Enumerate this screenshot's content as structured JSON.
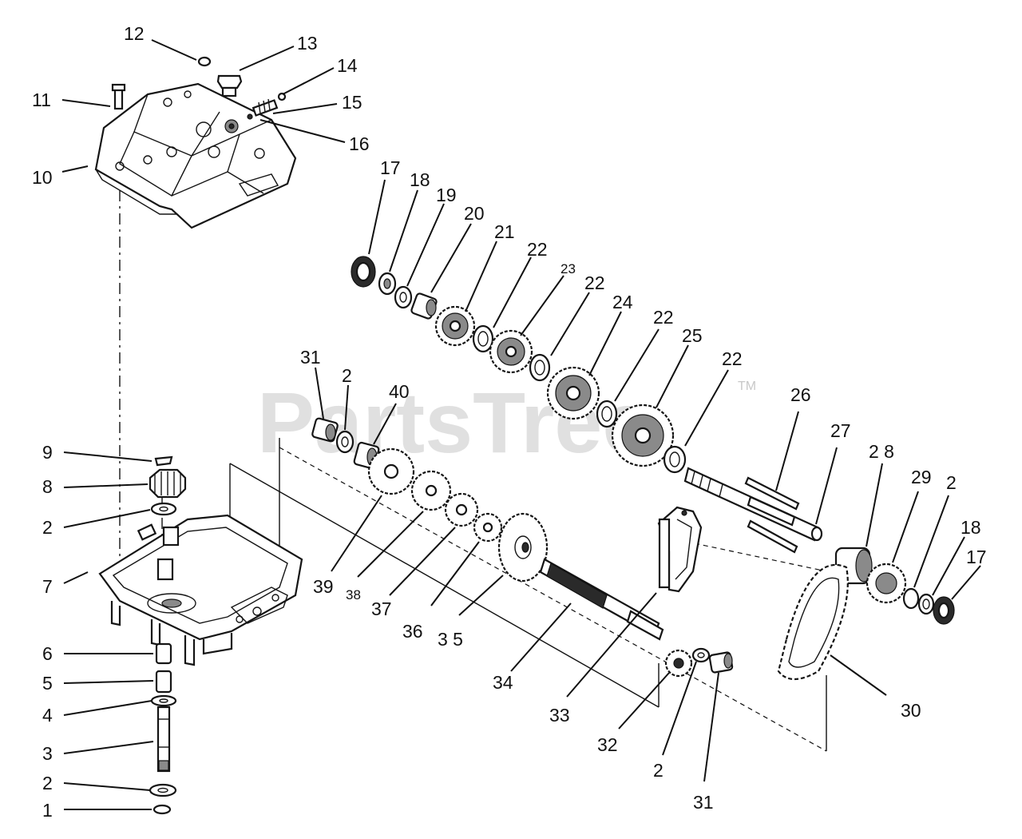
{
  "watermark": {
    "text": "PartsTree",
    "mark": "TM"
  },
  "diagram": {
    "kind": "exploded-parts-view",
    "callouts": [
      {
        "label": "1"
      },
      {
        "label": "2"
      },
      {
        "label": "3"
      },
      {
        "label": "4"
      },
      {
        "label": "5"
      },
      {
        "label": "6"
      },
      {
        "label": "7"
      },
      {
        "label": "2"
      },
      {
        "label": "8"
      },
      {
        "label": "9"
      },
      {
        "label": "10"
      },
      {
        "label": "11"
      },
      {
        "label": "12"
      },
      {
        "label": "13"
      },
      {
        "label": "14"
      },
      {
        "label": "15"
      },
      {
        "label": "16"
      },
      {
        "label": "17"
      },
      {
        "label": "18"
      },
      {
        "label": "19"
      },
      {
        "label": "20"
      },
      {
        "label": "21"
      },
      {
        "label": "22"
      },
      {
        "label": "23"
      },
      {
        "label": "22"
      },
      {
        "label": "24"
      },
      {
        "label": "22"
      },
      {
        "label": "25"
      },
      {
        "label": "22"
      },
      {
        "label": "26"
      },
      {
        "label": "27"
      },
      {
        "label": "2 8"
      },
      {
        "label": "29"
      },
      {
        "label": "2"
      },
      {
        "label": "18"
      },
      {
        "label": "17"
      },
      {
        "label": "30"
      },
      {
        "label": "31"
      },
      {
        "label": "2"
      },
      {
        "label": "40"
      },
      {
        "label": "39"
      },
      {
        "label": "38"
      },
      {
        "label": "37"
      },
      {
        "label": "36"
      },
      {
        "label": "3 5"
      },
      {
        "label": "34"
      },
      {
        "label": "33"
      },
      {
        "label": "32"
      },
      {
        "label": "2"
      },
      {
        "label": "31"
      }
    ]
  }
}
